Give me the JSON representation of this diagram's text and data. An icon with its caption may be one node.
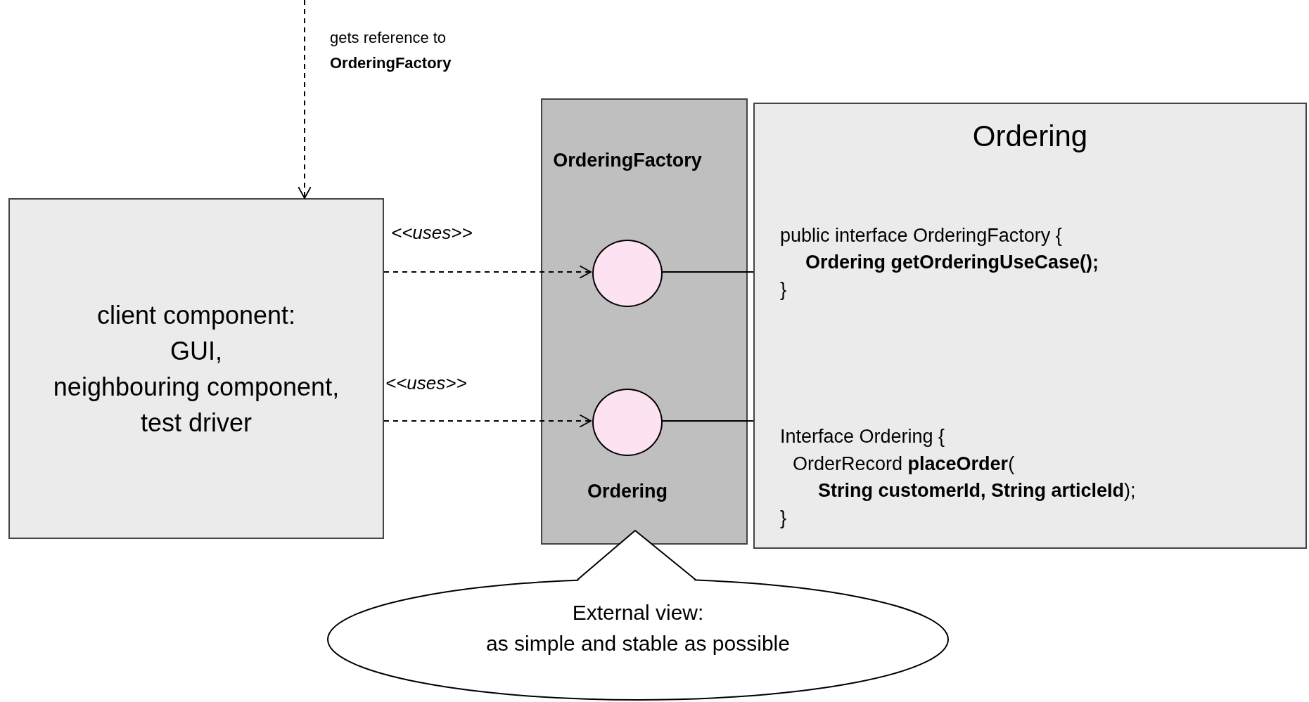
{
  "diagram": {
    "nodes": [
      {
        "text": [
          "client component:",
          "GUI,",
          "neighbouring component,",
          "test driver"
        ]
      },
      {
        "text": [],
        "shape": "box"
      },
      {
        "text": [],
        "shape": "circle",
        "in": 1,
        "beside": [
          "OrderingFactory"
        ]
      },
      {
        "text": [],
        "shape": "circle",
        "in": 1,
        "beside": [
          "Ordering"
        ]
      },
      {
        "text": [
          "Ordering",
          "public interface OrderingFactory {",
          "**Ordering getOrderingUseCase();**",
          "}",
          "Interface Ordering {",
          "OrderRecord **placeOrder**(",
          "**String customerId, String articleId**);",
          "}"
        ]
      },
      {
        "text": [
          "External view:",
          "as simple and stable as possible"
        ]
      }
    ],
    "edges": [
      {
        "from": null,
        "to": 0,
        "arrow": "to",
        "style": "dashed",
        "label": "gets reference to **OrderingFactory**"
      },
      {
        "from": 0,
        "to": 2,
        "arrow": "to",
        "style": "dashed",
        "label": "<<uses>>"
      },
      {
        "from": 0,
        "to": 3,
        "arrow": "to",
        "style": "dashed",
        "label": "<<uses>>"
      },
      {
        "from": 2,
        "to": 4,
        "arrow": "none"
      },
      {
        "from": 3,
        "to": 4,
        "arrow": "none"
      }
    ]
  }
}
